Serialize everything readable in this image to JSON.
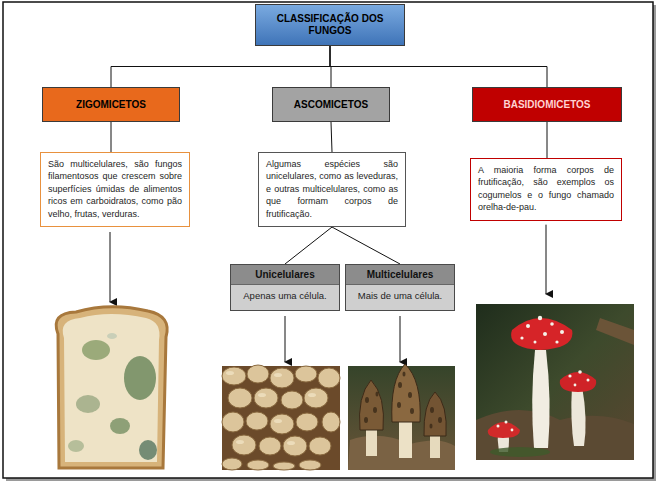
{
  "diagram": {
    "nodes": [
      {
        "text": [
          "CLASSIFICAÇÃO DOS FUNGOS"
        ]
      },
      {
        "text": [
          "ZIGOMICETOS"
        ]
      },
      {
        "text": [
          "ASCOMICETOS"
        ]
      },
      {
        "text": [
          "BASIDIOMICETOS"
        ]
      },
      {
        "text": [
          "São multicelulares, são fungos filamentosos que crescem sobre superfícies úmidas de alimentos ricos em carboidratos, como pão velho, frutas, verduras."
        ]
      },
      {
        "text": [
          "Algumas espécies são unicelulares, como as leveduras, e outras multicelulares, como as que formam corpos de frutificação."
        ]
      },
      {
        "text": [
          "A maioria forma corpos de frutificação, são exemplos os cogumelos e o fungo chamado orelha-de-pau."
        ]
      },
      {
        "text": [
          "Unicelulares",
          "Apenas uma célula."
        ]
      },
      {
        "text": [
          "Multicelulares",
          "Mais de uma célula."
        ]
      }
    ],
    "edges": [
      {
        "from": 0,
        "to": 1,
        "arrow": "none"
      },
      {
        "from": 0,
        "to": 2,
        "arrow": "none"
      },
      {
        "from": 0,
        "to": 3,
        "arrow": "none"
      },
      {
        "from": 1,
        "to": 4,
        "arrow": "none"
      },
      {
        "from": 2,
        "to": 5,
        "arrow": "none"
      },
      {
        "from": 3,
        "to": 6,
        "arrow": "none"
      },
      {
        "from": 5,
        "to": 7,
        "arrow": "none"
      },
      {
        "from": 5,
        "to": 8,
        "arrow": "none"
      }
    ]
  }
}
